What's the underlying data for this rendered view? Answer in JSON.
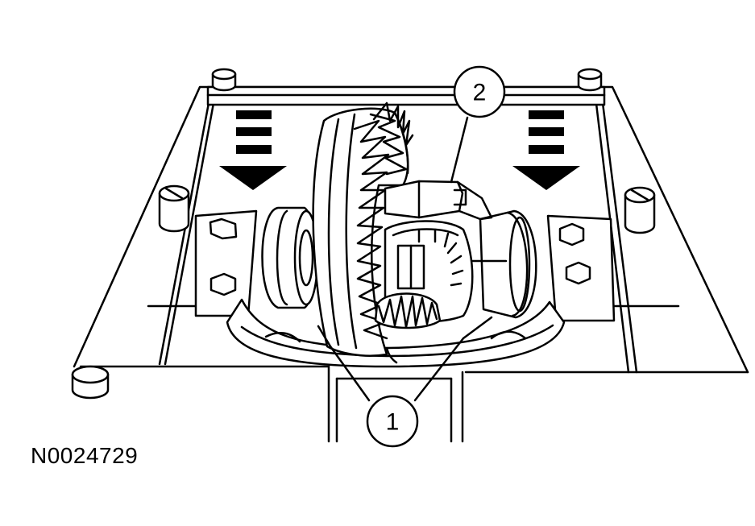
{
  "figure": {
    "code": "N0024729",
    "callouts": [
      {
        "id": "callout-1",
        "label": "1"
      },
      {
        "id": "callout-2",
        "label": "2"
      }
    ],
    "line_color": "#000000",
    "background_color": "#ffffff"
  }
}
